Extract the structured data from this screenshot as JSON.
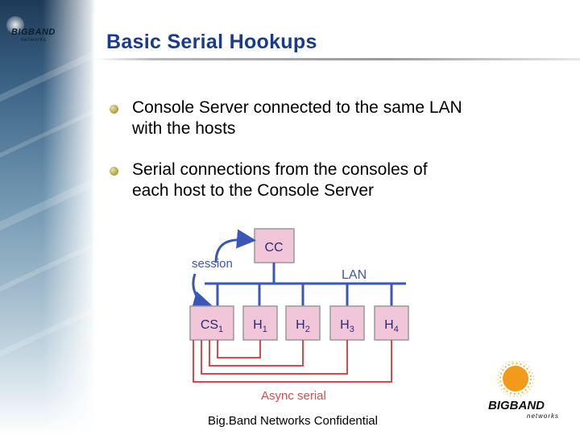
{
  "slide": {
    "title": "Basic Serial Hookups",
    "bullets": [
      {
        "line1": "Console Server connected to the same LAN",
        "line2": "with the hosts"
      },
      {
        "line1": "Serial connections from the consoles of",
        "line2": "each host to the Console Server"
      }
    ],
    "footer": "Big.Band Networks Confidential"
  },
  "diagram": {
    "cc_label": "CC",
    "session_label": "session",
    "lan_label": "LAN",
    "async_label": "Async serial",
    "nodes": [
      {
        "label": "CS",
        "sub": "1"
      },
      {
        "label": "H",
        "sub": "1"
      },
      {
        "label": "H",
        "sub": "2"
      },
      {
        "label": "H",
        "sub": "3"
      },
      {
        "label": "H",
        "sub": "4"
      }
    ]
  },
  "colors": {
    "title": "#1a3b8c",
    "node_fill": "#f1c6d8",
    "line_blue": "#3a56b8",
    "serial_red": "#d94b4b",
    "bullet": "#b7ab53",
    "logo_orange": "#f29a1a"
  },
  "logos": {
    "corner": {
      "text": "BIGBAND",
      "sub": "networks"
    },
    "brand": {
      "text": "BIGBAND",
      "sub": "networks"
    }
  }
}
